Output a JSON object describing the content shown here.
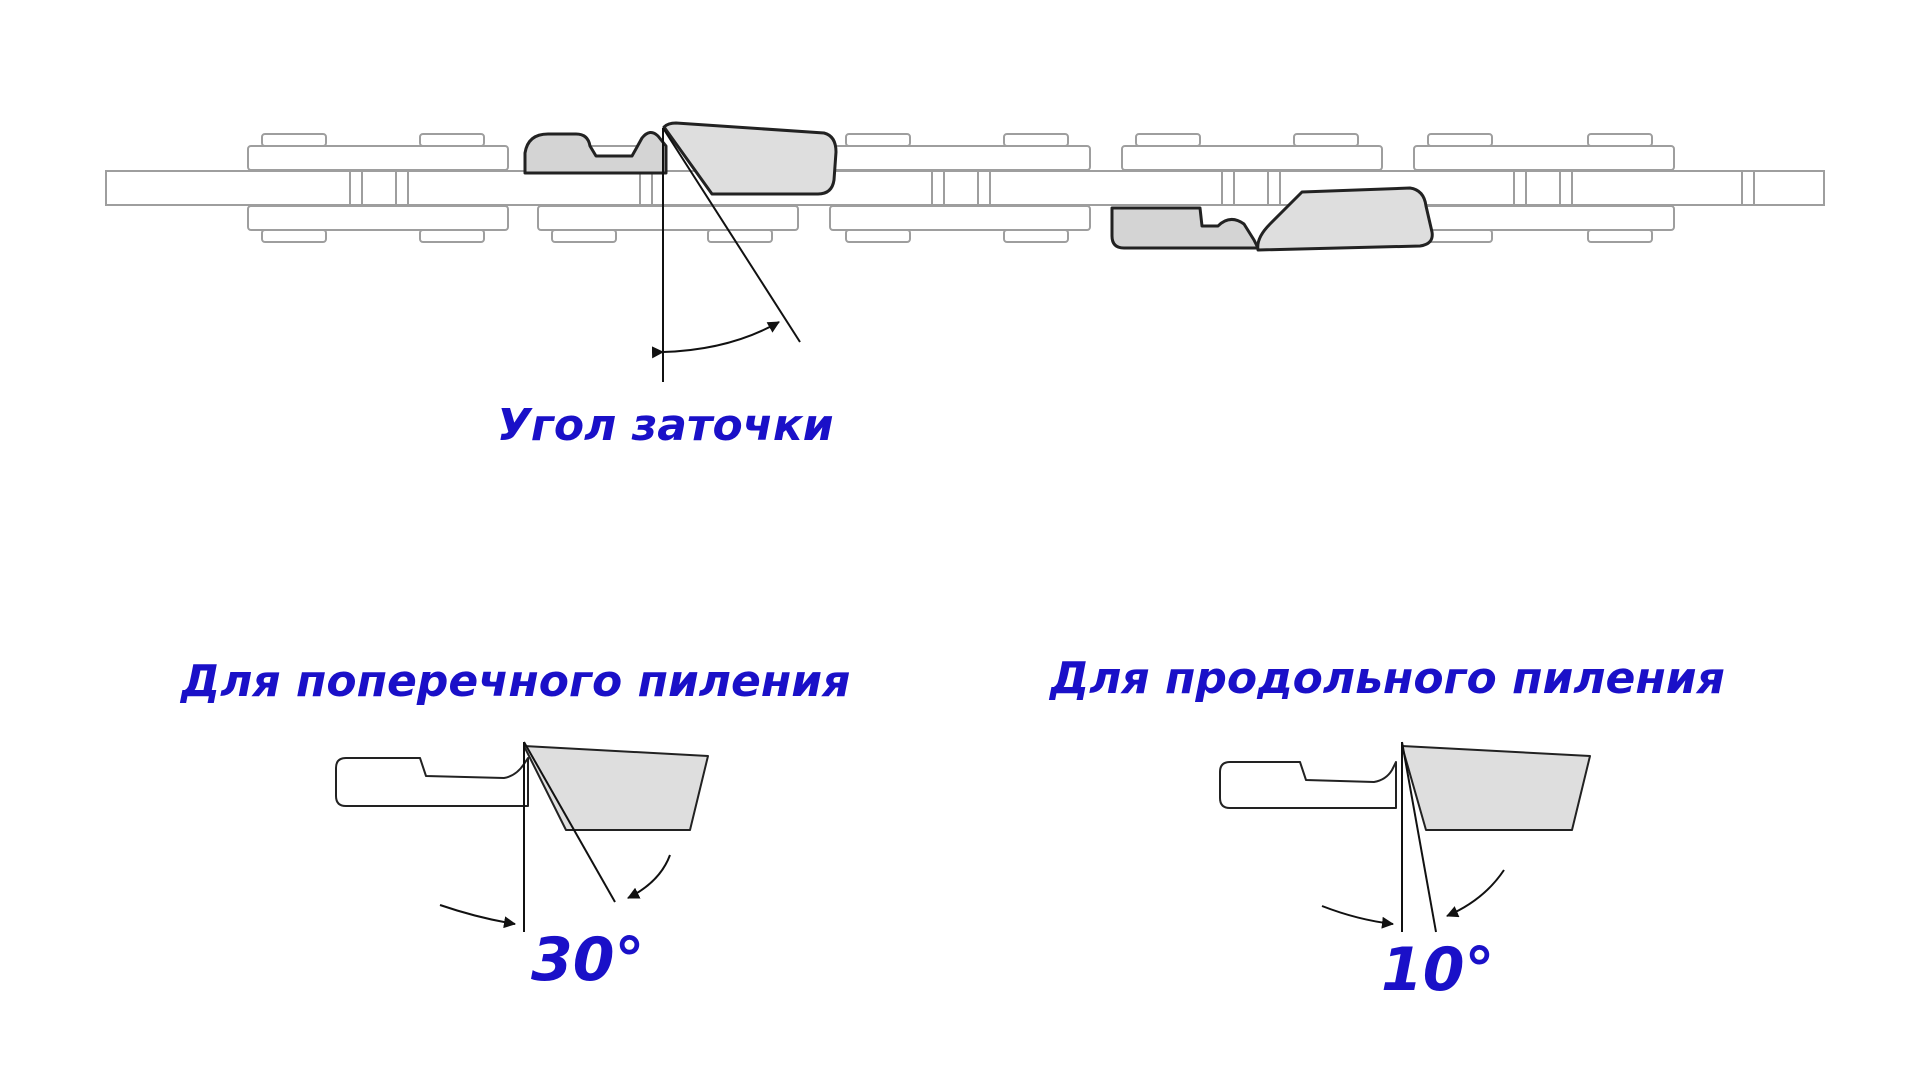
{
  "colors": {
    "label": "#1a10c8",
    "outline": "#9e9e9e",
    "cutter_fill": "#dedede",
    "cutter_stroke": "#222222",
    "line": "#111111"
  },
  "labels": {
    "sharpening_angle": "Угол заточки",
    "crosscut": "Для поперечного пиления",
    "rip": "Для продольного пиления",
    "crosscut_angle": "30°",
    "rip_angle": "10°"
  },
  "angles": {
    "crosscut_degrees": 30,
    "rip_degrees": 10
  }
}
